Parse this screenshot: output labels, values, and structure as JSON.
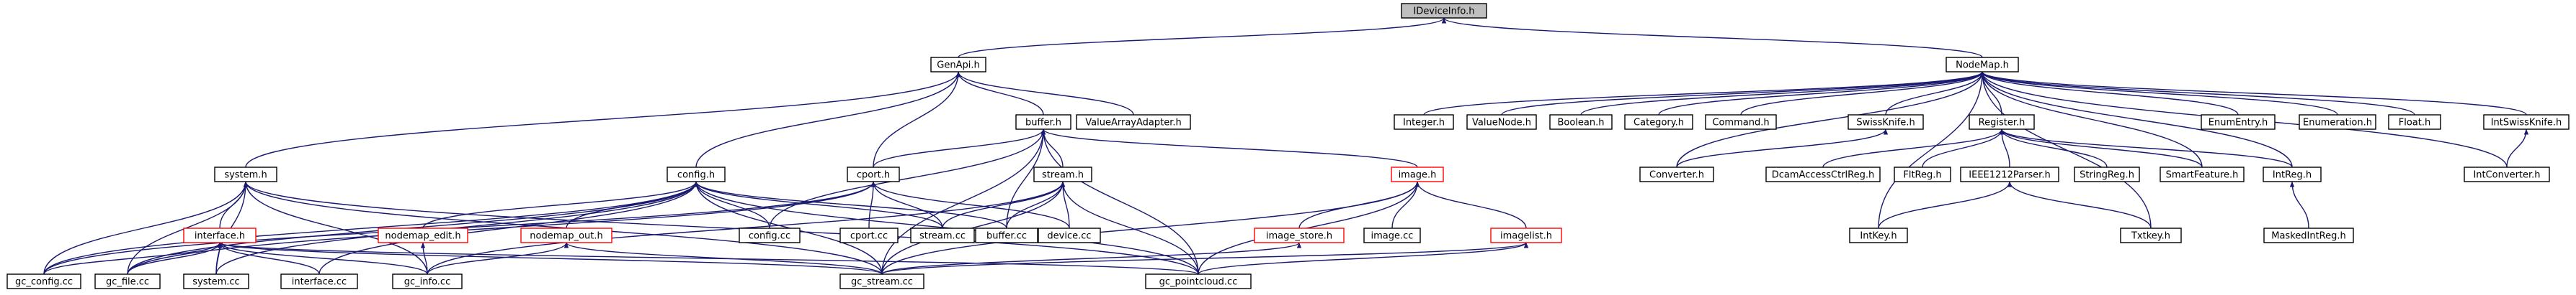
{
  "colors": {
    "edge": "#191970",
    "node_border": "#000000",
    "incomplete_border": "#ff0000",
    "root_fill": "#bfbfbf",
    "background": "#ffffff"
  },
  "nodes": [
    {
      "id": "IDeviceInfo",
      "label": "IDeviceInfo.h",
      "root": true
    },
    {
      "id": "GenApi",
      "label": "GenApi.h"
    },
    {
      "id": "NodeMap",
      "label": "NodeMap.h"
    },
    {
      "id": "buffer",
      "label": "buffer.h"
    },
    {
      "id": "ValueArrayAdapter",
      "label": "ValueArrayAdapter.h"
    },
    {
      "id": "system",
      "label": "system.h"
    },
    {
      "id": "config",
      "label": "config.h"
    },
    {
      "id": "cport",
      "label": "cport.h"
    },
    {
      "id": "stream",
      "label": "stream.h"
    },
    {
      "id": "image",
      "label": "image.h",
      "red": true
    },
    {
      "id": "interface",
      "label": "interface.h",
      "red": true
    },
    {
      "id": "nodemap_edit",
      "label": "nodemap_edit.h",
      "red": true
    },
    {
      "id": "nodemap_out",
      "label": "nodemap_out.h",
      "red": true
    },
    {
      "id": "config_cc",
      "label": "config.cc"
    },
    {
      "id": "cport_cc",
      "label": "cport.cc"
    },
    {
      "id": "stream_cc",
      "label": "stream.cc"
    },
    {
      "id": "buffer_cc",
      "label": "buffer.cc"
    },
    {
      "id": "device_cc",
      "label": "device.cc"
    },
    {
      "id": "image_store",
      "label": "image_store.h",
      "red": true
    },
    {
      "id": "image_cc",
      "label": "image.cc"
    },
    {
      "id": "imagelist",
      "label": "imagelist.h",
      "red": true
    },
    {
      "id": "gc_config_cc",
      "label": "gc_config.cc"
    },
    {
      "id": "gc_file_cc",
      "label": "gc_file.cc"
    },
    {
      "id": "system_cc",
      "label": "system.cc"
    },
    {
      "id": "interface_cc",
      "label": "interface.cc"
    },
    {
      "id": "gc_info_cc",
      "label": "gc_info.cc"
    },
    {
      "id": "gc_stream_cc",
      "label": "gc_stream.cc"
    },
    {
      "id": "gc_pointcloud_cc",
      "label": "gc_pointcloud.cc"
    },
    {
      "id": "Integer",
      "label": "Integer.h"
    },
    {
      "id": "ValueNode",
      "label": "ValueNode.h"
    },
    {
      "id": "Boolean",
      "label": "Boolean.h"
    },
    {
      "id": "Category",
      "label": "Category.h"
    },
    {
      "id": "Command",
      "label": "Command.h"
    },
    {
      "id": "SwissKnife",
      "label": "SwissKnife.h"
    },
    {
      "id": "Register",
      "label": "Register.h"
    },
    {
      "id": "EnumEntry",
      "label": "EnumEntry.h"
    },
    {
      "id": "Enumeration",
      "label": "Enumeration.h"
    },
    {
      "id": "Float",
      "label": "Float.h"
    },
    {
      "id": "IntSwissKnife",
      "label": "IntSwissKnife.h"
    },
    {
      "id": "Converter",
      "label": "Converter.h"
    },
    {
      "id": "DcamAccessCtrlReg",
      "label": "DcamAccessCtrlReg.h"
    },
    {
      "id": "FltReg",
      "label": "FltReg.h"
    },
    {
      "id": "IEEE1212Parser",
      "label": "IEEE1212Parser.h"
    },
    {
      "id": "StringReg",
      "label": "StringReg.h"
    },
    {
      "id": "SmartFeature",
      "label": "SmartFeature.h"
    },
    {
      "id": "IntReg",
      "label": "IntReg.h"
    },
    {
      "id": "IntConverter",
      "label": "IntConverter.h"
    },
    {
      "id": "IntKey",
      "label": "IntKey.h"
    },
    {
      "id": "Txtkey",
      "label": "Txtkey.h"
    },
    {
      "id": "MaskedIntReg",
      "label": "MaskedIntReg.h"
    }
  ],
  "edges": [
    [
      "GenApi",
      "IDeviceInfo"
    ],
    [
      "NodeMap",
      "IDeviceInfo"
    ],
    [
      "buffer",
      "GenApi"
    ],
    [
      "ValueArrayAdapter",
      "GenApi"
    ],
    [
      "system",
      "GenApi"
    ],
    [
      "config",
      "GenApi"
    ],
    [
      "cport",
      "GenApi"
    ],
    [
      "stream",
      "buffer"
    ],
    [
      "image",
      "buffer"
    ],
    [
      "cport",
      "buffer"
    ],
    [
      "config_cc",
      "buffer"
    ],
    [
      "buffer_cc",
      "buffer"
    ],
    [
      "gc_stream_cc",
      "buffer"
    ],
    [
      "gc_pointcloud_cc",
      "buffer"
    ],
    [
      "interface",
      "system"
    ],
    [
      "gc_config_cc",
      "system"
    ],
    [
      "gc_file_cc",
      "system"
    ],
    [
      "system_cc",
      "system"
    ],
    [
      "gc_info_cc",
      "system"
    ],
    [
      "gc_stream_cc",
      "system"
    ],
    [
      "gc_pointcloud_cc",
      "system"
    ],
    [
      "nodemap_edit",
      "config"
    ],
    [
      "nodemap_out",
      "config"
    ],
    [
      "config_cc",
      "config"
    ],
    [
      "stream_cc",
      "config"
    ],
    [
      "buffer_cc",
      "config"
    ],
    [
      "gc_config_cc",
      "config"
    ],
    [
      "gc_file_cc",
      "config"
    ],
    [
      "system_cc",
      "config"
    ],
    [
      "interface_cc",
      "config"
    ],
    [
      "gc_stream_cc",
      "config"
    ],
    [
      "gc_pointcloud_cc",
      "config"
    ],
    [
      "cport_cc",
      "cport"
    ],
    [
      "stream_cc",
      "cport"
    ],
    [
      "device_cc",
      "cport"
    ],
    [
      "gc_file_cc",
      "cport"
    ],
    [
      "gc_config_cc",
      "cport"
    ],
    [
      "stream_cc",
      "stream"
    ],
    [
      "buffer_cc",
      "stream"
    ],
    [
      "device_cc",
      "stream"
    ],
    [
      "gc_stream_cc",
      "stream"
    ],
    [
      "gc_info_cc",
      "stream"
    ],
    [
      "gc_pointcloud_cc",
      "stream"
    ],
    [
      "image_store",
      "image"
    ],
    [
      "image_cc",
      "image"
    ],
    [
      "imagelist",
      "image"
    ],
    [
      "gc_stream_cc",
      "image"
    ],
    [
      "gc_pointcloud_cc",
      "image"
    ],
    [
      "gc_config_cc",
      "interface"
    ],
    [
      "gc_file_cc",
      "interface"
    ],
    [
      "system_cc",
      "interface"
    ],
    [
      "interface_cc",
      "interface"
    ],
    [
      "gc_info_cc",
      "interface"
    ],
    [
      "gc_stream_cc",
      "interface"
    ],
    [
      "gc_pointcloud_cc",
      "interface"
    ],
    [
      "gc_info_cc",
      "nodemap_edit"
    ],
    [
      "gc_info_cc",
      "nodemap_out"
    ],
    [
      "gc_stream_cc",
      "nodemap_out"
    ],
    [
      "gc_stream_cc",
      "image_store"
    ],
    [
      "gc_stream_cc",
      "imagelist"
    ],
    [
      "gc_pointcloud_cc",
      "imagelist"
    ],
    [
      "Integer",
      "NodeMap"
    ],
    [
      "ValueNode",
      "NodeMap"
    ],
    [
      "Boolean",
      "NodeMap"
    ],
    [
      "Category",
      "NodeMap"
    ],
    [
      "Command",
      "NodeMap"
    ],
    [
      "SwissKnife",
      "NodeMap"
    ],
    [
      "Register",
      "NodeMap"
    ],
    [
      "EnumEntry",
      "NodeMap"
    ],
    [
      "Enumeration",
      "NodeMap"
    ],
    [
      "Float",
      "NodeMap"
    ],
    [
      "IntSwissKnife",
      "NodeMap"
    ],
    [
      "Converter",
      "NodeMap"
    ],
    [
      "IntConverter",
      "NodeMap"
    ],
    [
      "SmartFeature",
      "NodeMap"
    ],
    [
      "IntReg",
      "NodeMap"
    ],
    [
      "IntKey",
      "NodeMap"
    ],
    [
      "Txtkey",
      "NodeMap"
    ],
    [
      "Converter",
      "SwissKnife"
    ],
    [
      "IntConverter",
      "IntSwissKnife"
    ],
    [
      "DcamAccessCtrlReg",
      "Register"
    ],
    [
      "FltReg",
      "Register"
    ],
    [
      "IEEE1212Parser",
      "Register"
    ],
    [
      "StringReg",
      "Register"
    ],
    [
      "SmartFeature",
      "Register"
    ],
    [
      "IntReg",
      "Register"
    ],
    [
      "IntKey",
      "IEEE1212Parser"
    ],
    [
      "Txtkey",
      "IEEE1212Parser"
    ],
    [
      "MaskedIntReg",
      "IntReg"
    ]
  ]
}
